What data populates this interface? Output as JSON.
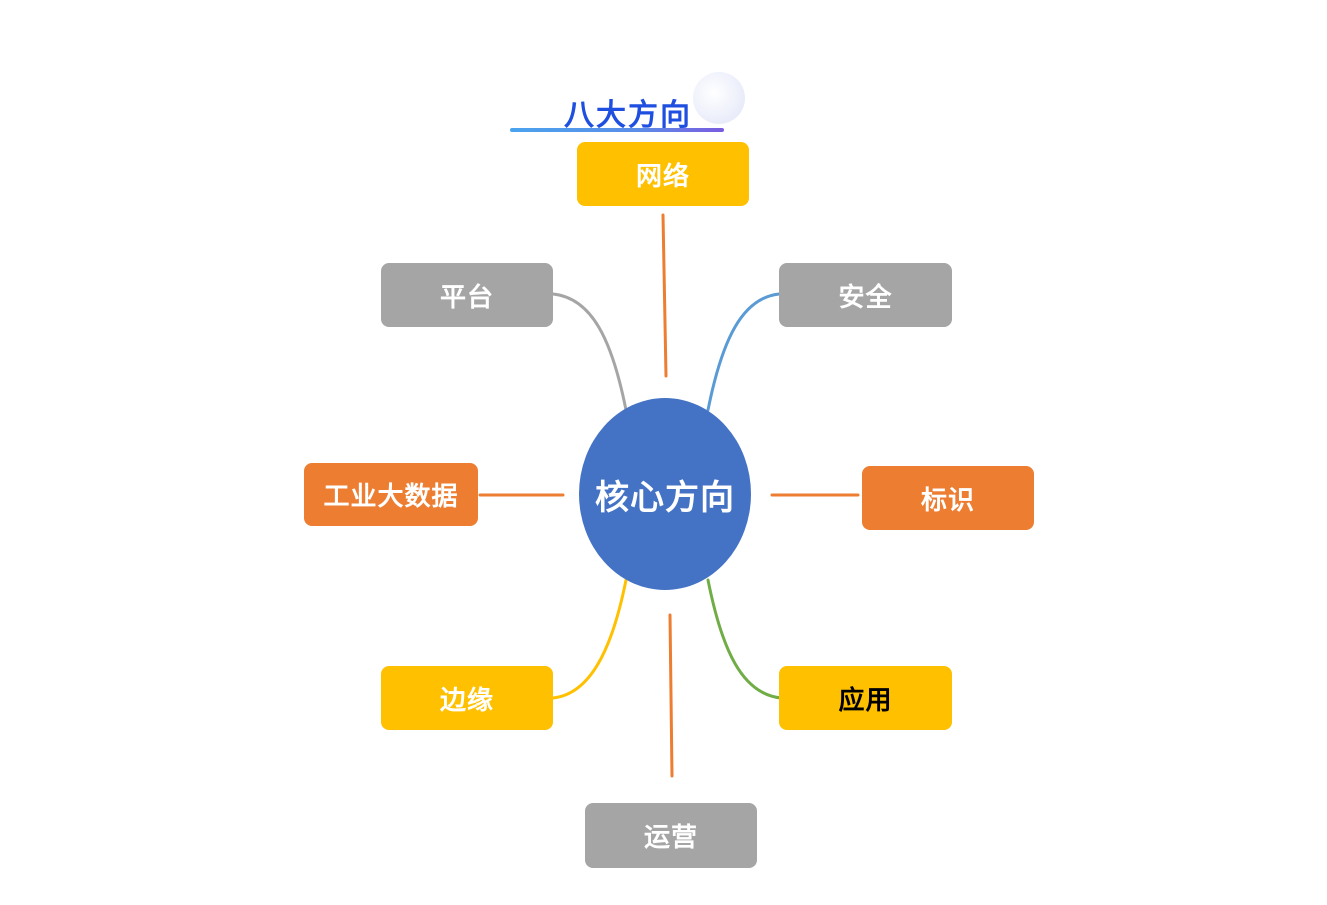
{
  "title": "八大方向",
  "core": {
    "label": "核心方向",
    "color": "#4472c4"
  },
  "branches": [
    {
      "id": "network",
      "label": "网络",
      "fill": "#ffc000",
      "text_color": "#ffffff",
      "line_color": "#ed7d31"
    },
    {
      "id": "security",
      "label": "安全",
      "fill": "#a5a5a5",
      "text_color": "#ffffff",
      "line_color": "#5b9bd5"
    },
    {
      "id": "identity",
      "label": "标识",
      "fill": "#ed7d31",
      "text_color": "#ffffff",
      "line_color": "#ed7d31"
    },
    {
      "id": "application",
      "label": "应用",
      "fill": "#ffc000",
      "text_color": "#000000",
      "line_color": "#70ad47"
    },
    {
      "id": "operations",
      "label": "运营",
      "fill": "#a5a5a5",
      "text_color": "#ffffff",
      "line_color": "#ed7d31"
    },
    {
      "id": "edge",
      "label": "边缘",
      "fill": "#ffc000",
      "text_color": "#ffffff",
      "line_color": "#ffc000"
    },
    {
      "id": "bigdata",
      "label": "工业大数据",
      "fill": "#ed7d31",
      "text_color": "#ffffff",
      "line_color": "#ed7d31"
    },
    {
      "id": "platform",
      "label": "平台",
      "fill": "#a5a5a5",
      "text_color": "#ffffff",
      "line_color": "#a5a5a5"
    }
  ]
}
